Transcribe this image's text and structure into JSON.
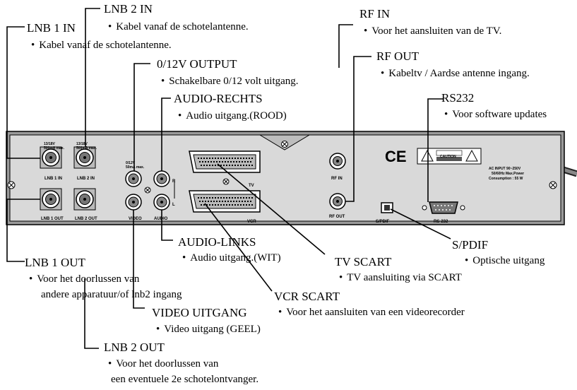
{
  "callouts": {
    "lnb2_in": {
      "title": "LNB  2  IN",
      "desc": "Kabel vanaf de schotelantenne."
    },
    "lnb1_in": {
      "title": "LNB 1  IN",
      "desc": "Kabel vanaf de schotelantenne."
    },
    "rf_in": {
      "title": "RF IN",
      "desc": "Voor het aansluiten van de TV."
    },
    "rf_out": {
      "title": "RF OUT",
      "desc": "Kabeltv / Aardse antenne ingang."
    },
    "output_012v": {
      "title": "0/12V OUTPUT",
      "desc": "Schakelbare 0/12 volt uitgang."
    },
    "audio_rechts": {
      "title": "AUDIO-RECHTS",
      "desc": "Audio uitgang.(ROOD)"
    },
    "rs232": {
      "title": "RS232",
      "desc": "Voor software updates"
    },
    "audio_links": {
      "title": "AUDIO-LINKS",
      "desc": "Audio uitgang.(WIT)"
    },
    "tv_scart": {
      "title": "TV SCART",
      "desc": "TV aansluiting via SCART"
    },
    "spdif": {
      "title": "S/PDIF",
      "desc": "Optische uitgang"
    },
    "lnb1_out": {
      "title": "LNB 1 OUT",
      "desc": "Voor het doorlussen van",
      "desc2": "andere apparatuur/of lnb2 ingang"
    },
    "vcr_scart": {
      "title": "VCR SCART",
      "desc": "Voor het aansluiten van een videorecorder"
    },
    "video_uitgang": {
      "title": "VIDEO UITGANG",
      "desc": "Video uitgang (GEEL)"
    },
    "lnb2_out": {
      "title": "LNB 2 OUT",
      "desc": "Voor het doorlussen van",
      "desc2": "een eventuele 2e schotelontvanger."
    }
  },
  "panel": {
    "lnb1_in_label": "LNB 1 IN",
    "lnb2_in_label": "LNB 2 IN",
    "lnb1_out_label": "LNB 1 OUT",
    "lnb2_out_label": "LNB 2 OUT",
    "lnb1_spec_1": "13/18V",
    "lnb1_spec_2": "500mA max.",
    "lnb2_spec_1": "13/18V",
    "lnb2_spec_2": "500mA max.",
    "switch_spec_1": "0/12V",
    "switch_spec_2": "50mA max.",
    "video_label": "VIDEO",
    "audio_label": "AUDIO",
    "r_label": "R",
    "l_label": "L",
    "tv_label": "TV",
    "vcr_label": "VCR",
    "rf_in_label": "RF IN",
    "rf_out_label": "RF OUT",
    "spdif_label": "S/PDIF",
    "rs232_label": "RS-232",
    "ce_mark": "CE",
    "caution": "CAUTION",
    "power_line1": "AC INPUT 90~250V",
    "power_line2": "50/60Hz Max.Power",
    "power_line3": "Consumption : 55 W"
  },
  "colors": {
    "ink": "#000000",
    "panel": "#d9d9d9",
    "panel_dark": "#9a9a9a",
    "background": "#ffffff"
  }
}
